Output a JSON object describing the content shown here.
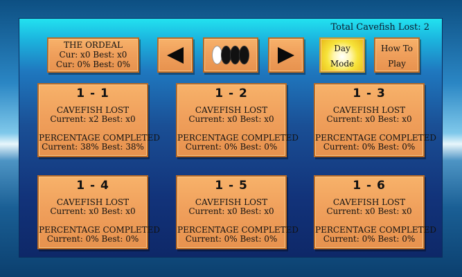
{
  "header": {
    "total_cavefish_lost": "Total Cavefish Lost: 2"
  },
  "ordeal": {
    "title": "THE ORDEAL",
    "line1": "Cur: x0 Best: x0",
    "line2": "Cur: 0% Best: 0%"
  },
  "nav": {
    "prev_icon": "left-triangle",
    "next_icon": "right-triangle",
    "page_count": 4,
    "active_page": 1
  },
  "day_mode": {
    "line1": "Day",
    "line2": "Mode"
  },
  "how_to_play": {
    "line1": "How To",
    "line2": "Play"
  },
  "levels": [
    {
      "num": "1 - 1",
      "cf_label": "CAVEFISH LOST",
      "cf_stats": "Current: x2 Best: x0",
      "pc_label": "PERCENTAGE COMPLETED",
      "pc_stats": "Current: 38% Best: 38%"
    },
    {
      "num": "1 - 2",
      "cf_label": "CAVEFISH LOST",
      "cf_stats": "Current: x0 Best: x0",
      "pc_label": "PERCENTAGE COMPLETED",
      "pc_stats": "Current: 0% Best: 0%"
    },
    {
      "num": "1 - 3",
      "cf_label": "CAVEFISH LOST",
      "cf_stats": "Current: x0 Best: x0",
      "pc_label": "PERCENTAGE COMPLETED",
      "pc_stats": "Current: 0% Best: 0%"
    },
    {
      "num": "1 - 4",
      "cf_label": "CAVEFISH LOST",
      "cf_stats": "Current: x0 Best: x0",
      "pc_label": "PERCENTAGE COMPLETED",
      "pc_stats": "Current: 0% Best: 0%"
    },
    {
      "num": "1 - 5",
      "cf_label": "CAVEFISH LOST",
      "cf_stats": "Current: x0 Best: x0",
      "pc_label": "PERCENTAGE COMPLETED",
      "pc_stats": "Current: 0% Best: 0%"
    },
    {
      "num": "1 - 6",
      "cf_label": "CAVEFISH LOST",
      "cf_stats": "Current: x0 Best: x0",
      "pc_label": "PERCENTAGE COMPLETED",
      "pc_stats": "Current: 0% Best: 0%"
    }
  ]
}
